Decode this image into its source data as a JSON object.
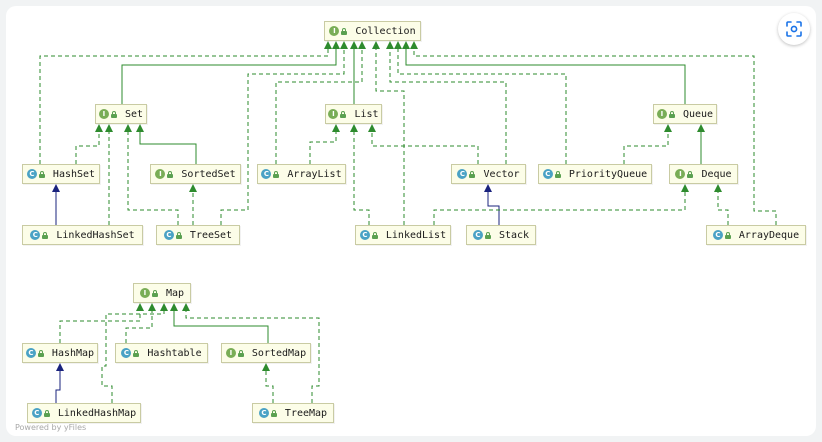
{
  "footer": {
    "powered_by": "Powered by yFiles"
  },
  "toolbar": {
    "fit_icon": "fit-to-screen-icon"
  },
  "colors": {
    "node_fill": "#fcfde8",
    "node_border": "#c9cba3",
    "interface_badge": "#79ad56",
    "class_badge": "#4aa2c5",
    "implements_edge": "#2e8b2e",
    "extends_edge": "#1a237e"
  },
  "nodes": [
    {
      "id": "collection",
      "label": "Collection",
      "kind": "interface",
      "badge": "I"
    },
    {
      "id": "set",
      "label": "Set",
      "kind": "interface",
      "badge": "I"
    },
    {
      "id": "list",
      "label": "List",
      "kind": "interface",
      "badge": "I"
    },
    {
      "id": "queue",
      "label": "Queue",
      "kind": "interface",
      "badge": "I"
    },
    {
      "id": "hashset",
      "label": "HashSet",
      "kind": "class",
      "badge": "C"
    },
    {
      "id": "sortedset",
      "label": "SortedSet",
      "kind": "interface",
      "badge": "I"
    },
    {
      "id": "arraylist",
      "label": "ArrayList",
      "kind": "class",
      "badge": "C"
    },
    {
      "id": "vector",
      "label": "Vector",
      "kind": "class",
      "badge": "C"
    },
    {
      "id": "priorityqueue",
      "label": "PriorityQueue",
      "kind": "class",
      "badge": "C"
    },
    {
      "id": "deque",
      "label": "Deque",
      "kind": "interface",
      "badge": "I"
    },
    {
      "id": "linkedhashset",
      "label": "LinkedHashSet",
      "kind": "class",
      "badge": "C"
    },
    {
      "id": "treeset",
      "label": "TreeSet",
      "kind": "class",
      "badge": "C"
    },
    {
      "id": "linkedlist",
      "label": "LinkedList",
      "kind": "class",
      "badge": "C"
    },
    {
      "id": "stack",
      "label": "Stack",
      "kind": "class",
      "badge": "C"
    },
    {
      "id": "arraydeque",
      "label": "ArrayDeque",
      "kind": "class",
      "badge": "C"
    },
    {
      "id": "map",
      "label": "Map",
      "kind": "interface",
      "badge": "I"
    },
    {
      "id": "hashmap",
      "label": "HashMap",
      "kind": "class",
      "badge": "C"
    },
    {
      "id": "hashtable",
      "label": "Hashtable",
      "kind": "class",
      "badge": "C"
    },
    {
      "id": "sortedmap",
      "label": "SortedMap",
      "kind": "interface",
      "badge": "I"
    },
    {
      "id": "linkedhashmap",
      "label": "LinkedHashMap",
      "kind": "class",
      "badge": "C"
    },
    {
      "id": "treemap",
      "label": "TreeMap",
      "kind": "class",
      "badge": "C"
    }
  ],
  "edges": [
    {
      "from": "set",
      "to": "collection",
      "type": "extends-interface"
    },
    {
      "from": "list",
      "to": "collection",
      "type": "extends-interface"
    },
    {
      "from": "queue",
      "to": "collection",
      "type": "extends-interface"
    },
    {
      "from": "hashset",
      "to": "collection",
      "type": "implements"
    },
    {
      "from": "hashset",
      "to": "set",
      "type": "implements"
    },
    {
      "from": "sortedset",
      "to": "set",
      "type": "extends-interface"
    },
    {
      "from": "linkedhashset",
      "to": "hashset",
      "type": "extends"
    },
    {
      "from": "linkedhashset",
      "to": "set",
      "type": "implements"
    },
    {
      "from": "treeset",
      "to": "set",
      "type": "implements"
    },
    {
      "from": "treeset",
      "to": "sortedset",
      "type": "implements"
    },
    {
      "from": "treeset",
      "to": "collection",
      "type": "implements"
    },
    {
      "from": "arraylist",
      "to": "collection",
      "type": "implements"
    },
    {
      "from": "arraylist",
      "to": "list",
      "type": "implements"
    },
    {
      "from": "vector",
      "to": "collection",
      "type": "implements"
    },
    {
      "from": "vector",
      "to": "list",
      "type": "implements"
    },
    {
      "from": "stack",
      "to": "vector",
      "type": "extends"
    },
    {
      "from": "linkedlist",
      "to": "collection",
      "type": "implements"
    },
    {
      "from": "linkedlist",
      "to": "list",
      "type": "implements"
    },
    {
      "from": "linkedlist",
      "to": "deque",
      "type": "implements"
    },
    {
      "from": "priorityqueue",
      "to": "collection",
      "type": "implements"
    },
    {
      "from": "priorityqueue",
      "to": "queue",
      "type": "implements"
    },
    {
      "from": "deque",
      "to": "queue",
      "type": "extends-interface"
    },
    {
      "from": "arraydeque",
      "to": "deque",
      "type": "implements"
    },
    {
      "from": "arraydeque",
      "to": "collection",
      "type": "implements"
    },
    {
      "from": "hashmap",
      "to": "map",
      "type": "implements"
    },
    {
      "from": "hashtable",
      "to": "map",
      "type": "implements"
    },
    {
      "from": "sortedmap",
      "to": "map",
      "type": "extends-interface"
    },
    {
      "from": "linkedhashmap",
      "to": "hashmap",
      "type": "extends"
    },
    {
      "from": "linkedhashmap",
      "to": "map",
      "type": "implements"
    },
    {
      "from": "treemap",
      "to": "sortedmap",
      "type": "implements"
    },
    {
      "from": "treemap",
      "to": "map",
      "type": "implements"
    }
  ]
}
